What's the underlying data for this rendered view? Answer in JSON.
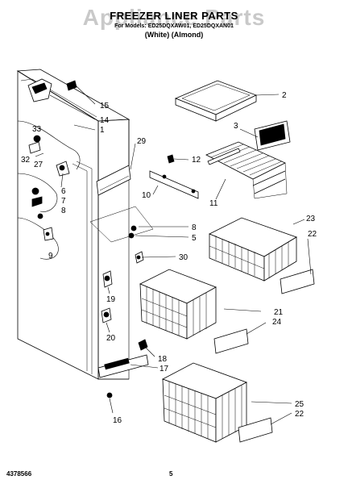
{
  "header": {
    "watermark": "Appliance Parts",
    "title": "FREEZER LINER PARTS",
    "subtitle": "For Models: ED25DQXAW01, ED25DQXAN01",
    "variant": "(White)  (Almond)"
  },
  "callouts": {
    "c1": "1",
    "c2": "2",
    "c3": "3",
    "c5": "5",
    "c6": "6",
    "c7": "7",
    "c8a": "8",
    "c8b": "8",
    "c9": "9",
    "c10": "10",
    "c11": "11",
    "c12": "12",
    "c14": "14",
    "c15": "15",
    "c16": "16",
    "c17": "17",
    "c18": "18",
    "c19": "19",
    "c20": "20",
    "c21": "21",
    "c22a": "22",
    "c22b": "22",
    "c23": "23",
    "c24": "24",
    "c25": "25",
    "c27": "27",
    "c29": "29",
    "c30": "30",
    "c32": "32",
    "c33": "33"
  },
  "footer": {
    "doc_number": "4378566",
    "page": "5"
  }
}
